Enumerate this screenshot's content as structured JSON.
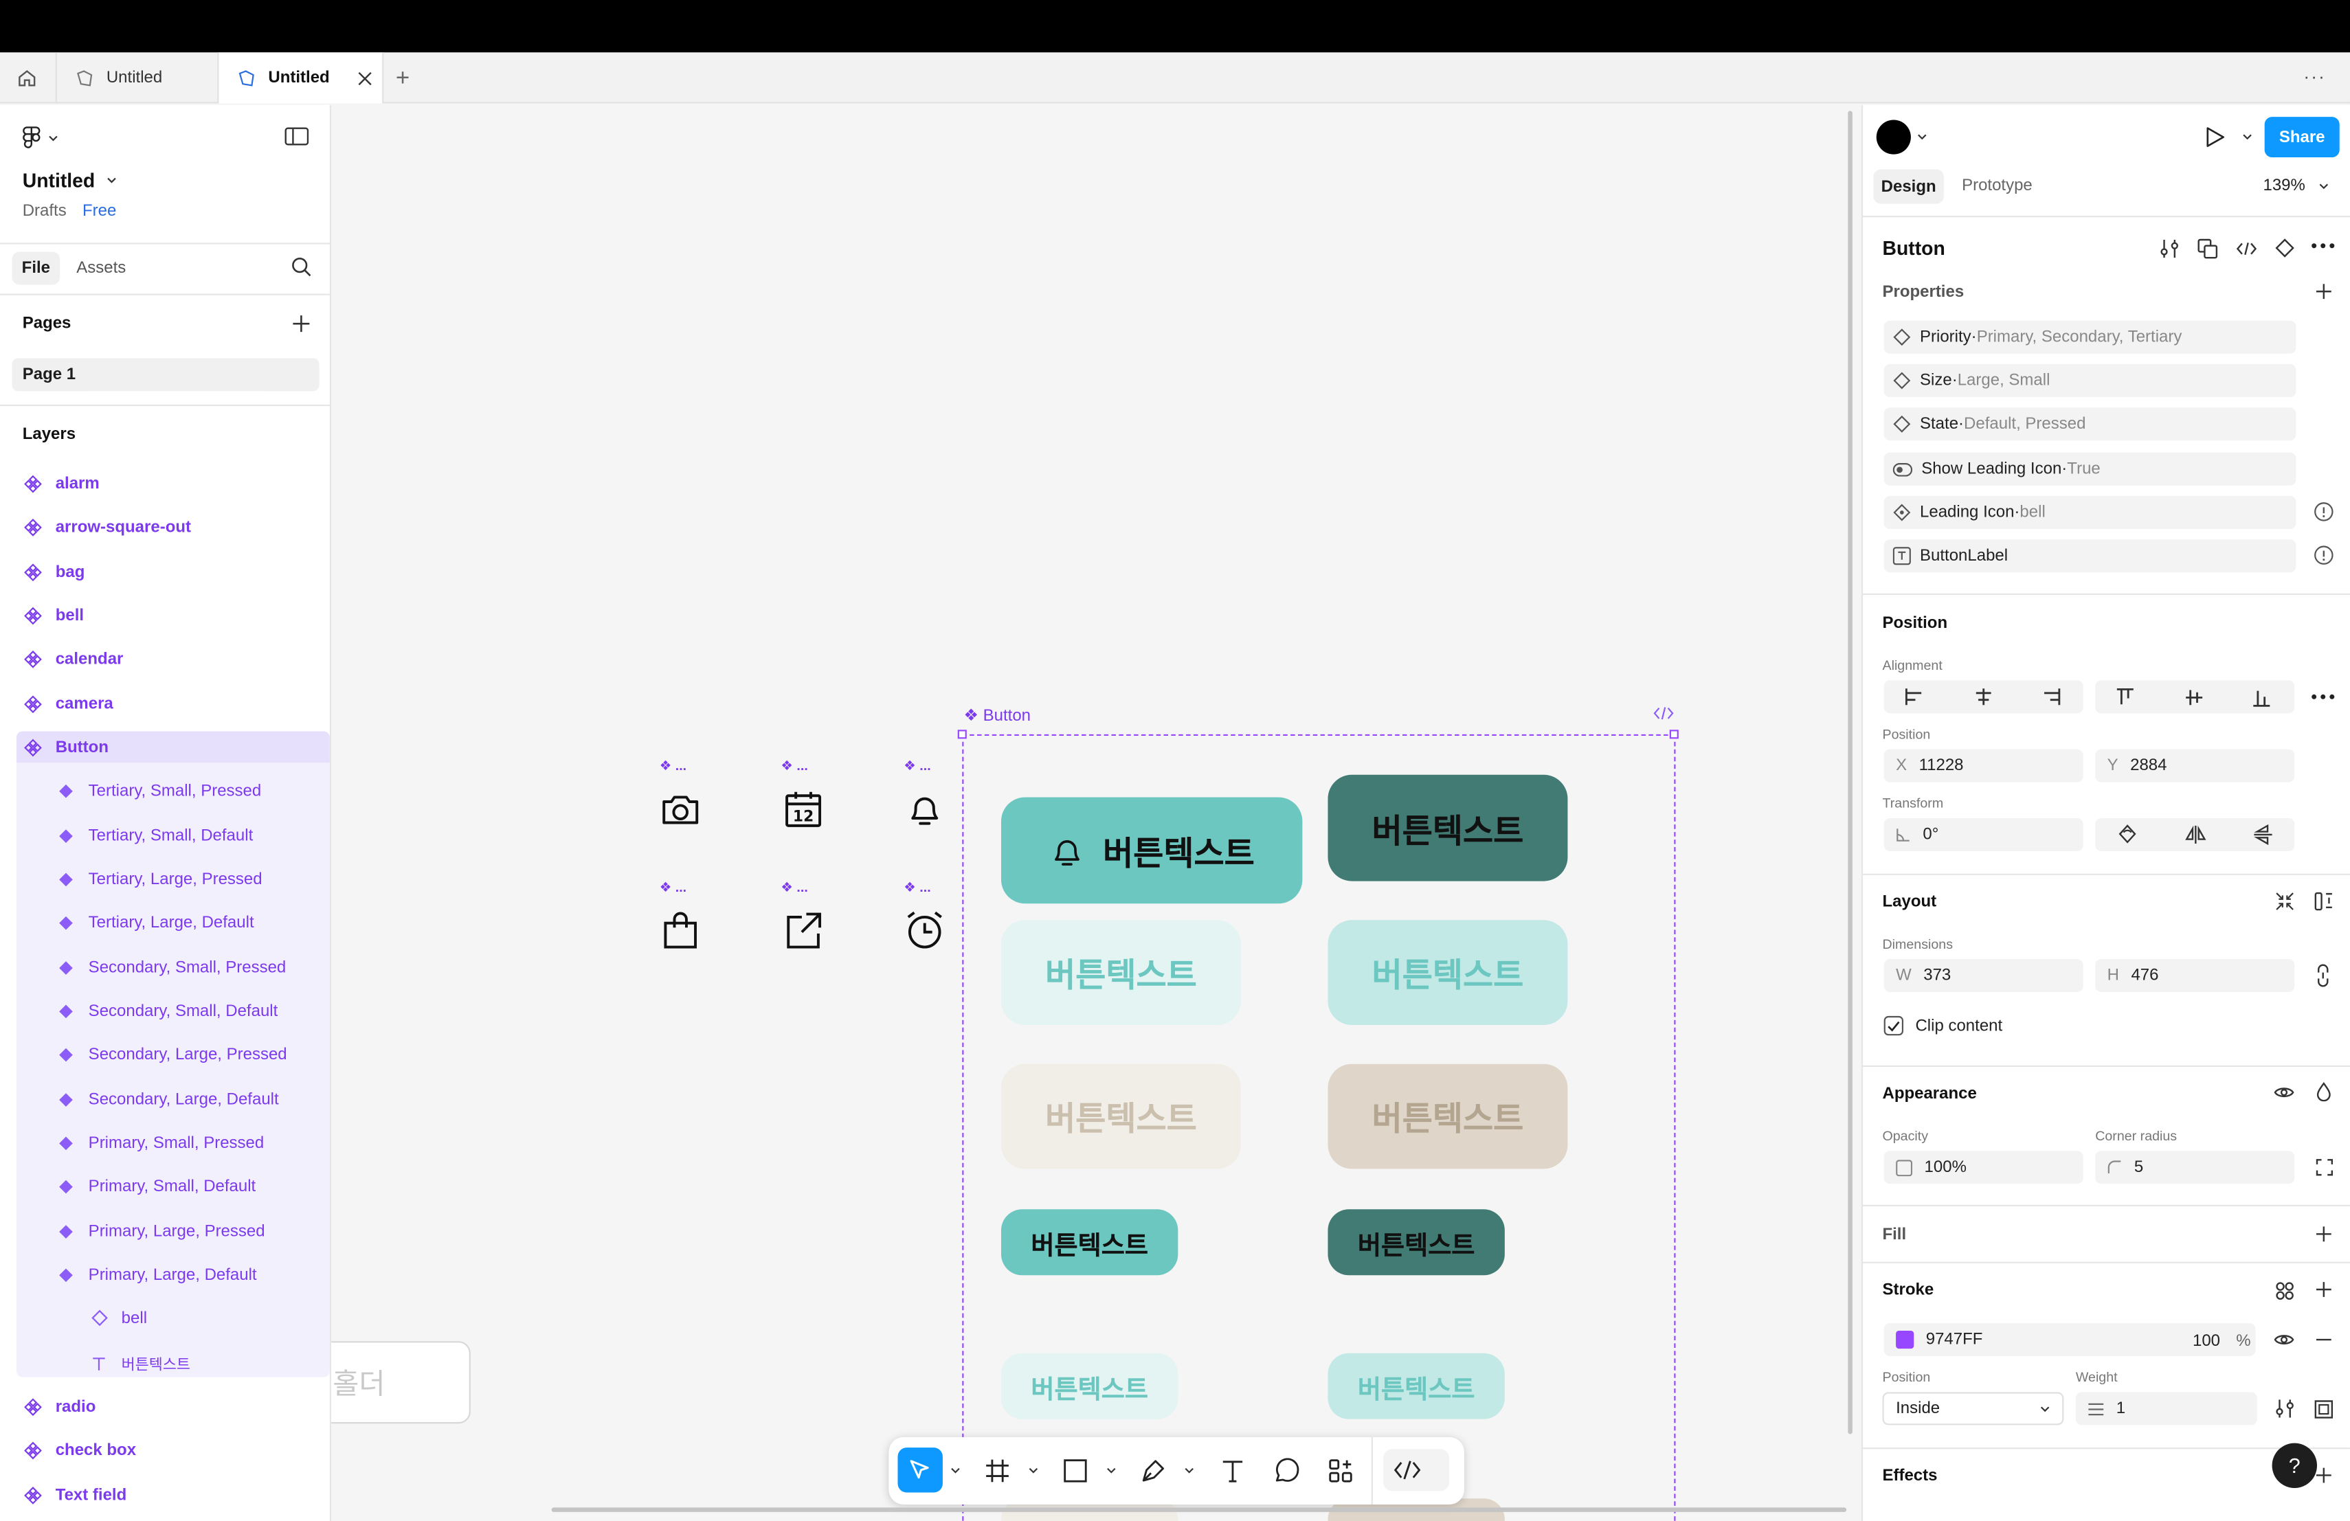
{
  "tabs": {
    "home_icon": "home-icon",
    "tab1_label": "Untitled",
    "tab2_label": "Untitled",
    "new_tab": "+",
    "more": "···"
  },
  "file": {
    "title": "Untitled",
    "location": "Drafts",
    "plan": "Free"
  },
  "left_tabs": {
    "file": "File",
    "assets": "Assets"
  },
  "pages": {
    "title": "Pages",
    "items": [
      "Page 1"
    ]
  },
  "layers": {
    "title": "Layers",
    "top": [
      "alarm",
      "arrow-square-out",
      "bag",
      "bell",
      "calendar",
      "camera"
    ],
    "selected": "Button",
    "children": [
      "Tertiary, Small, Pressed",
      "Tertiary, Small, Default",
      "Tertiary, Large, Pressed",
      "Tertiary, Large, Default",
      "Secondary, Small, Pressed",
      "Secondary, Small, Default",
      "Secondary, Large, Pressed",
      "Secondary, Large, Default",
      "Primary, Small, Pressed",
      "Primary, Small, Default",
      "Primary, Large, Pressed",
      "Primary, Large, Default"
    ],
    "grandchildren": [
      "bell",
      "버튼텍스트"
    ],
    "bottom": [
      "radio",
      "check box",
      "Text field"
    ]
  },
  "canvas": {
    "frame_label": "Button",
    "icon_labels": [
      "...",
      "...",
      "...",
      "...",
      "...",
      "..."
    ],
    "button_text": "버튼텍스트",
    "partial_text": "홀더",
    "colors": {
      "primary": "#6cc7c1",
      "primary_pressed": "#427b74",
      "secondary": "#e3f4f3",
      "secondary_pressed": "#c2e9e6",
      "tertiary": "#f1ede7",
      "tertiary_pressed": "#dfd6c9",
      "selection": "#9747ff"
    }
  },
  "right": {
    "share": "Share",
    "tabs": {
      "design": "Design",
      "prototype": "Prototype"
    },
    "zoom": "139%",
    "component_name": "Button",
    "properties_title": "Properties",
    "properties": [
      {
        "name": "Priority",
        "value": "Primary, Secondary, Tertiary"
      },
      {
        "name": "Size",
        "value": "Large, Small"
      },
      {
        "name": "State",
        "value": "Default, Pressed"
      },
      {
        "name": "Show Leading Icon",
        "value": "True"
      },
      {
        "name": "Leading Icon",
        "value": "bell"
      },
      {
        "name": "ButtonLabel",
        "value": ""
      }
    ],
    "position_title": "Position",
    "alignment_label": "Alignment",
    "position_label": "Position",
    "x_label": "X",
    "x": "11228",
    "y_label": "Y",
    "y": "2884",
    "transform_label": "Transform",
    "rotation": "0°",
    "layout_title": "Layout",
    "dimensions_label": "Dimensions",
    "w_label": "W",
    "w": "373",
    "h_label": "H",
    "h": "476",
    "clip_content": "Clip content",
    "appearance_title": "Appearance",
    "opacity_label": "Opacity",
    "opacity": "100%",
    "radius_label": "Corner radius",
    "radius": "5",
    "fill_title": "Fill",
    "stroke_title": "Stroke",
    "stroke_color": "9747FF",
    "stroke_opacity": "100",
    "stroke_pct": "%",
    "stroke_position_label": "Position",
    "stroke_position": "Inside",
    "weight_label": "Weight",
    "weight": "1",
    "effects_title": "Effects",
    "help": "?"
  }
}
